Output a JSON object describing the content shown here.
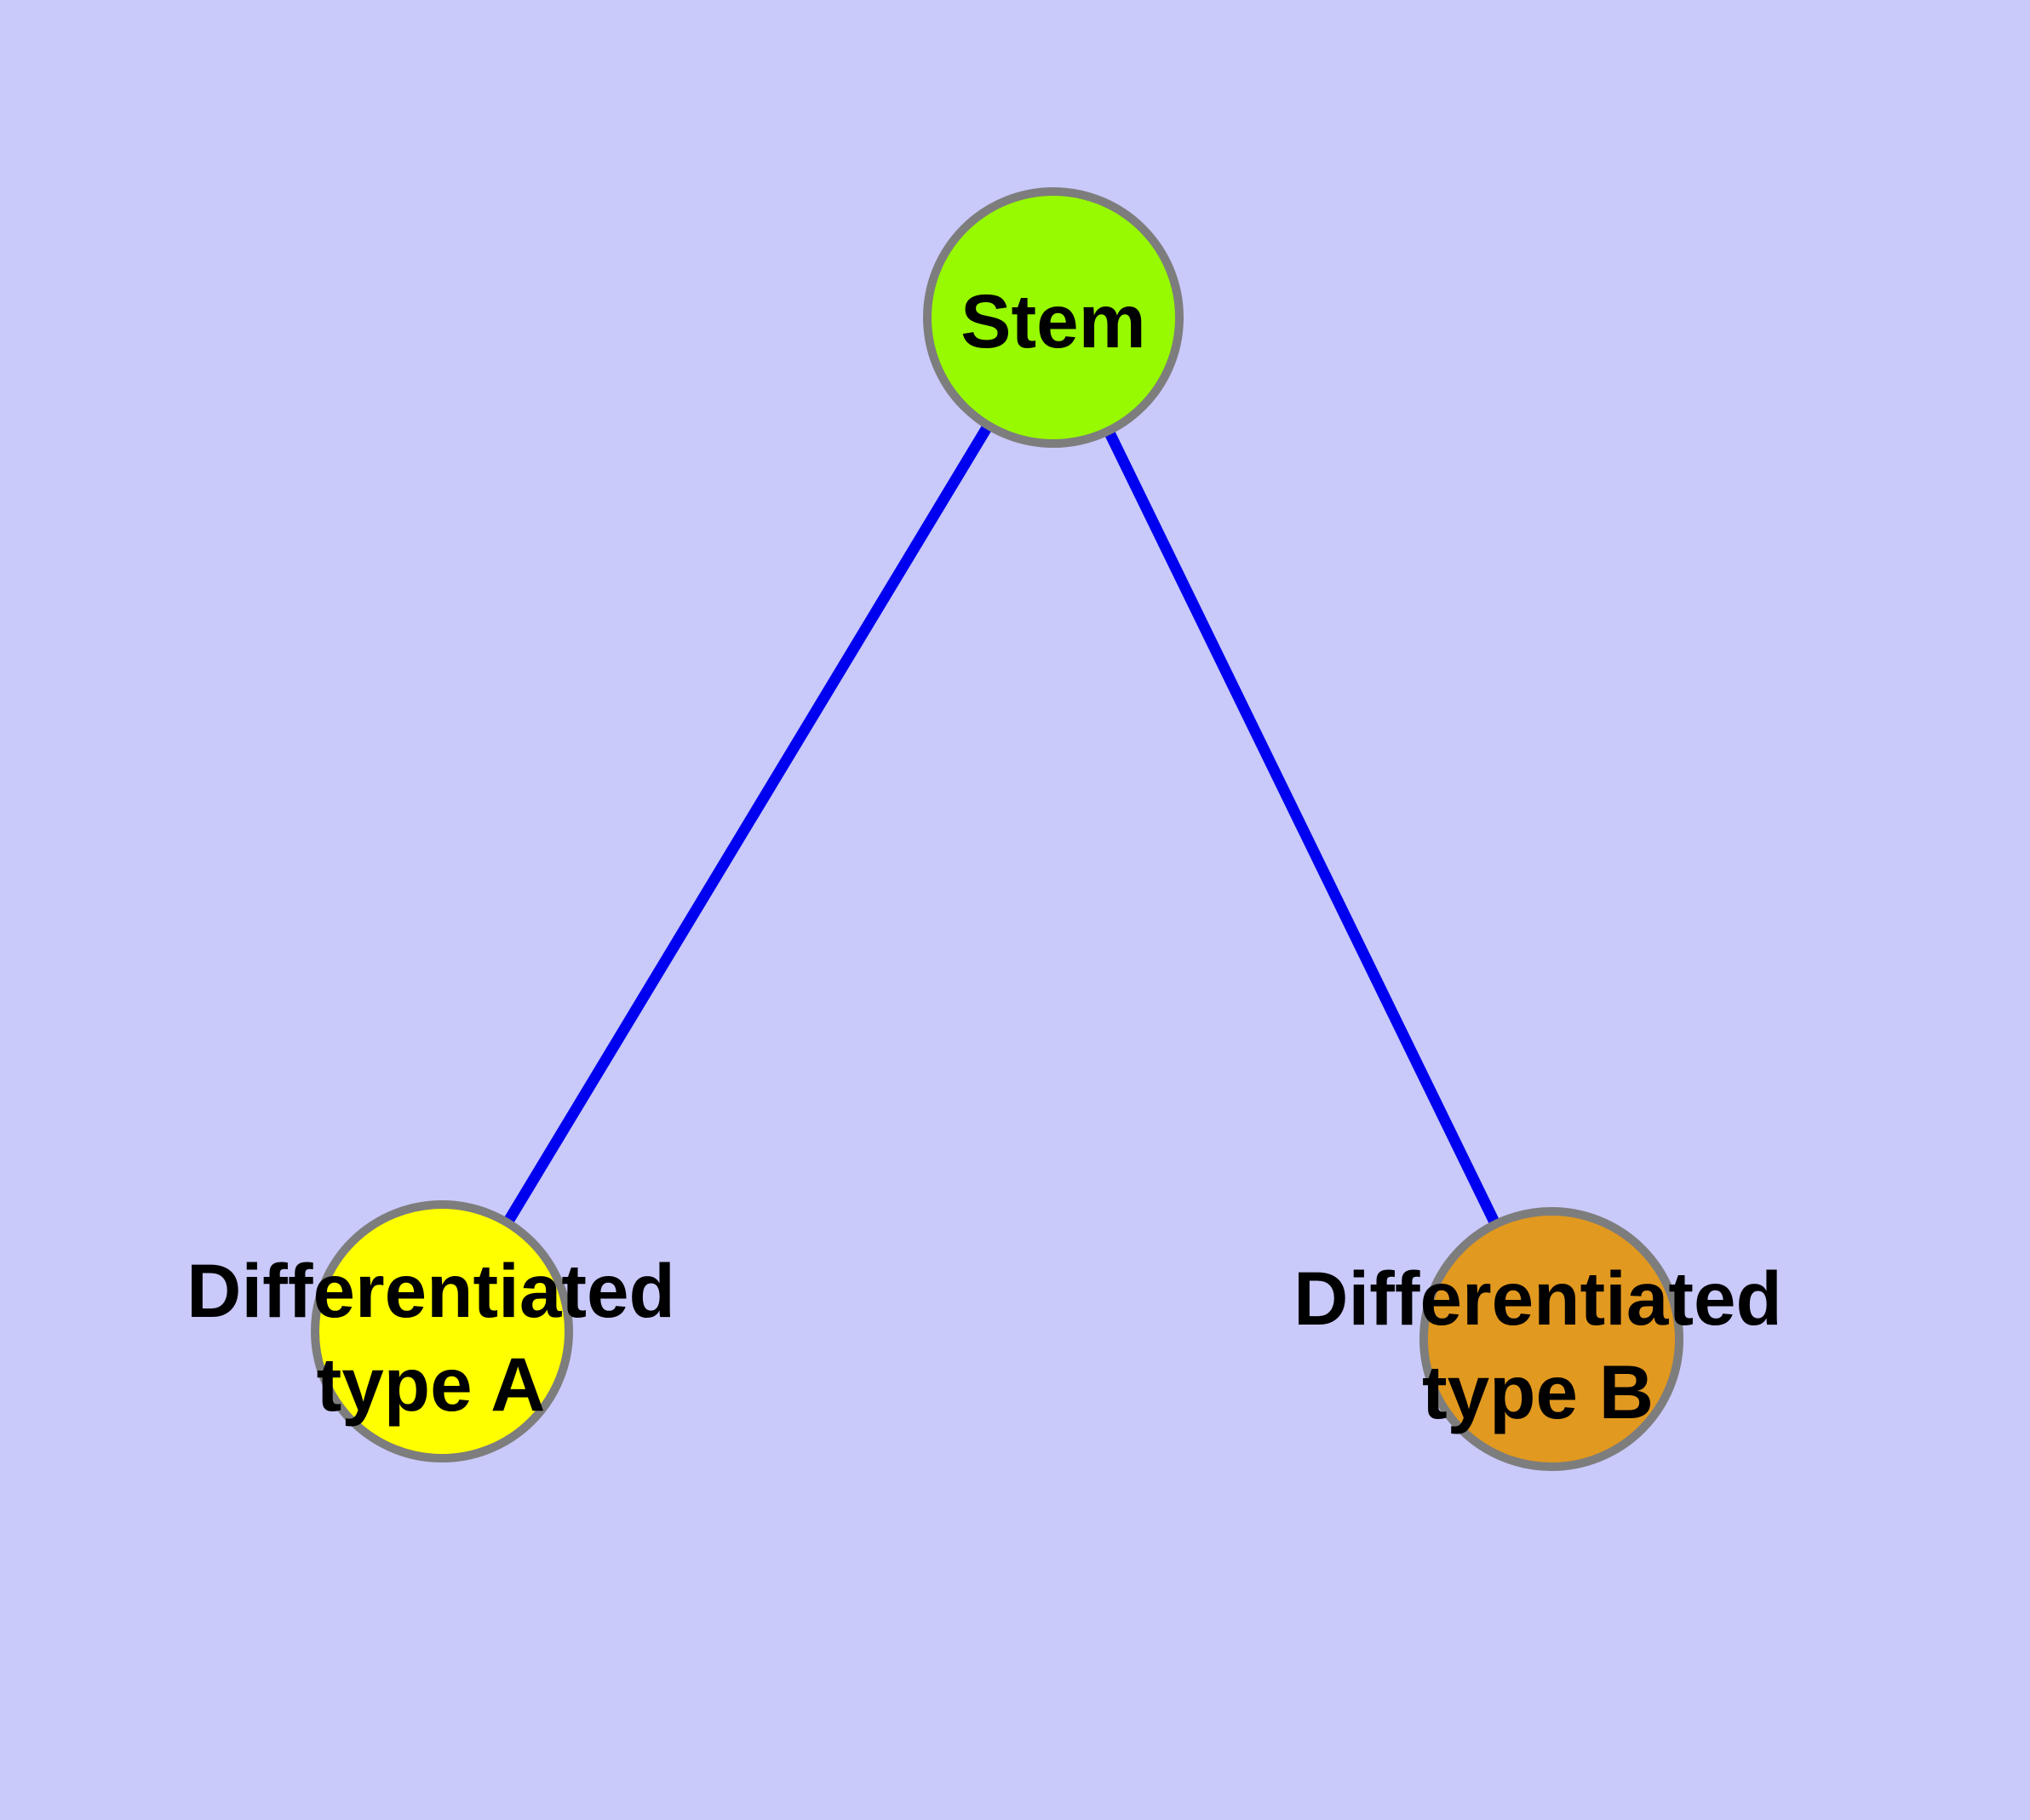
{
  "diagram": {
    "type": "graph",
    "background_color": "#c9c9fa",
    "edge_color": "#0000f0",
    "node_border_color": "#7d7d7d",
    "text_color": "#000000",
    "nodes": [
      {
        "id": "stem",
        "label": "Stem",
        "color": "#97fa00"
      },
      {
        "id": "differentiated-type-a",
        "label_line1": "Differentiated",
        "label_line2": "type A",
        "color": "#ffff00"
      },
      {
        "id": "differentiated-type-b",
        "label_line1": "Differentiated",
        "label_line2": "type B",
        "color": "#e2991f"
      }
    ],
    "edges": [
      {
        "from": "stem",
        "to": "differentiated-type-a"
      },
      {
        "from": "stem",
        "to": "differentiated-type-b"
      }
    ]
  }
}
